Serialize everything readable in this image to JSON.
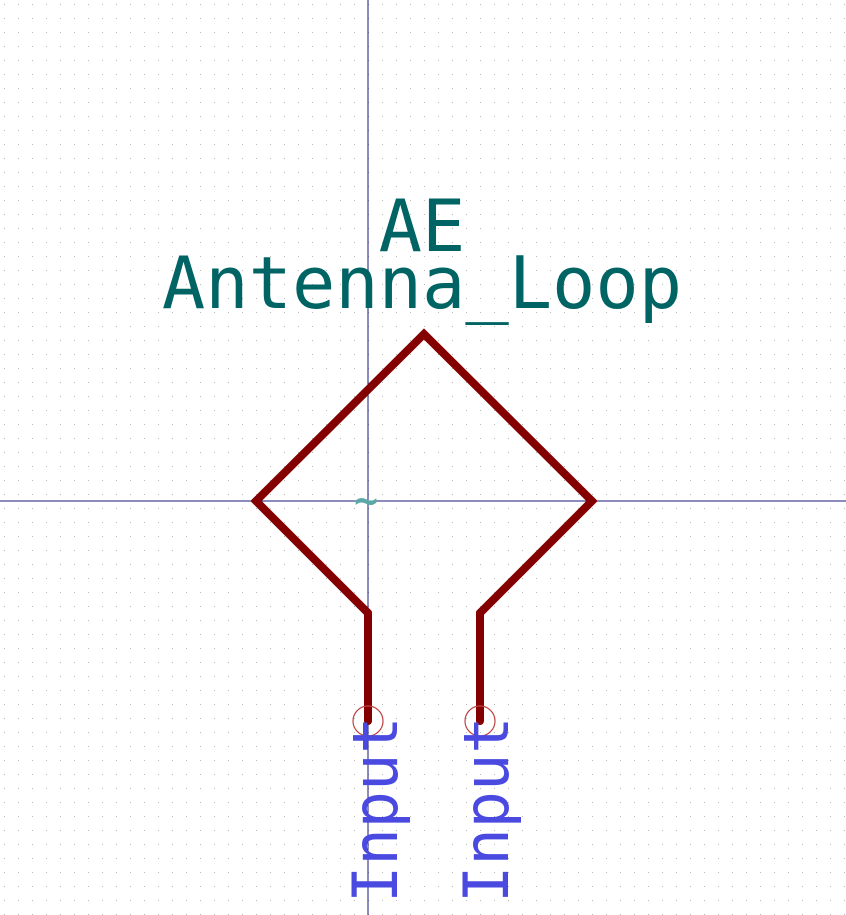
{
  "symbol": {
    "reference": "AE",
    "value": "Antenna_Loop",
    "pins": [
      {
        "name": "Input"
      },
      {
        "name": "Input"
      }
    ],
    "marker_glyph": "~"
  },
  "colors": {
    "background": "#ffffff",
    "grid_dot": "#b8b8b8",
    "axis": "#1a1a7a",
    "body": "#840000",
    "pin_end": "#c04040",
    "field_text": "#006464",
    "pin_text": "#4a4ae0",
    "marker": "#5aa8a8"
  }
}
